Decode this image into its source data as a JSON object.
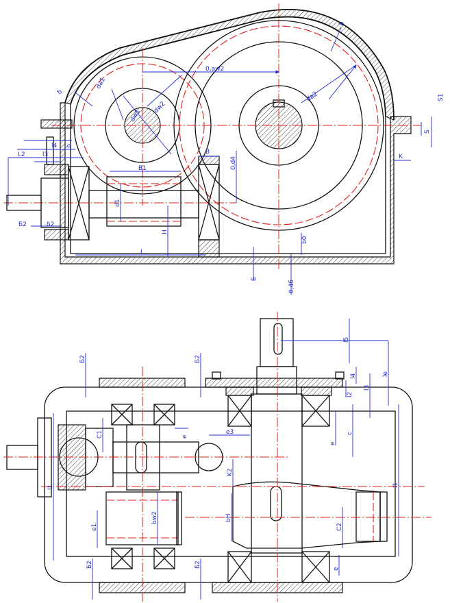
{
  "drawing": {
    "colors": {
      "outline": "#111111",
      "centerline": "#e0201b",
      "dimension": "#1f2bd0"
    },
    "top_view_labels": {
      "delta": "δ",
      "da1": "dа1",
      "dw1": "dw1",
      "dw2": "dw2",
      "da2": "dа2",
      "a_w2": "0,аw2",
      "b_top": "b",
      "S1": "S1",
      "S": "S",
      "K": "K",
      "l4": "l4",
      "l3": "l3",
      "L2": "L2",
      "b_small": "b",
      "B1": "B1",
      "B": "B",
      "d1": "d1",
      "a_d4": "0,d4",
      "H": "H",
      "L": "L",
      "b0": "b0",
      "B_bottom": "Б",
      "b_04": "0,4б",
      "delta2": "δ2",
      "B2": "Б2"
    },
    "side_view_labels": {
      "B2_left": "Б2",
      "B2_mid": "Б2",
      "l5": "l5",
      "le": "le",
      "l4": "l4",
      "l3": "l3",
      "l2": "l2",
      "c": "c",
      "e": "e",
      "l1_right": "l1",
      "C1": "C1",
      "e_small": "e",
      "e3": "e3",
      "K2": "K2",
      "l1_left": "l1",
      "bw2": "bw2",
      "bh": "bH",
      "e1": "e1",
      "C2": "C2",
      "e2": "e",
      "B2_bl": "Б2",
      "B2_bm": "Б2"
    }
  }
}
